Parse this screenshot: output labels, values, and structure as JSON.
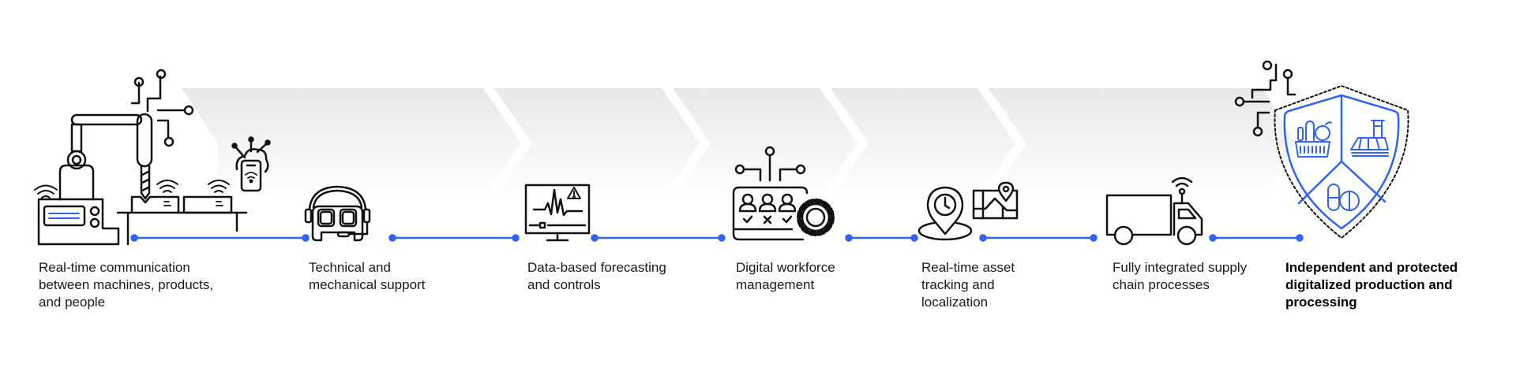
{
  "colors": {
    "accent": "#2f63f5",
    "stroke": "#111111",
    "band_top": "#e9e9e9",
    "band_bottom": "#ffffff"
  },
  "steps": [
    {
      "lines": [
        "Real-time communication",
        "between machines, products,",
        "and people"
      ],
      "icon": "robot-arm-factory-icon"
    },
    {
      "lines": [
        "Technical and",
        "mechanical support"
      ],
      "icon": "vr-headset-icon"
    },
    {
      "lines": [
        "Data-based forecasting",
        "and controls"
      ],
      "icon": "monitor-alert-icon"
    },
    {
      "lines": [
        "Digital workforce",
        "management"
      ],
      "icon": "workforce-gear-icon"
    },
    {
      "lines": [
        "Real-time asset",
        "tracking and",
        "localization"
      ],
      "icon": "location-map-icon"
    },
    {
      "lines": [
        "Fully integrated supply",
        "chain processes"
      ],
      "icon": "connected-truck-icon"
    },
    {
      "lines": [
        "Independent and protected",
        "digitalized production and",
        "processing"
      ],
      "icon": "protected-shield-icon"
    }
  ]
}
